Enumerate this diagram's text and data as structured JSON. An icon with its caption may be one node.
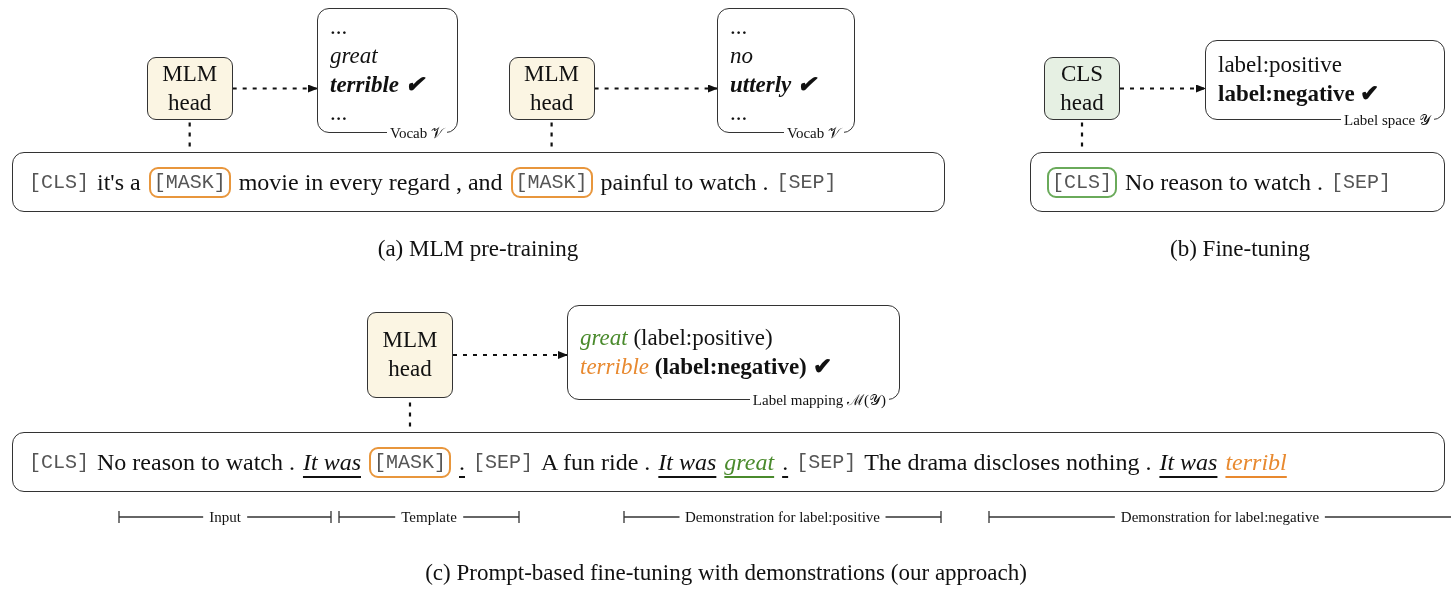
{
  "diagram": {
    "nodes": [
      {
        "text": [
          "MLM head"
        ]
      },
      {
        "text": [
          "...",
          "great",
          "terrible ✔",
          "...",
          "Vocab 𝒱"
        ]
      },
      {
        "text": [
          "[CLS]",
          "it's a",
          "movie in every regard , and",
          "painful to watch .",
          "[SEP]"
        ]
      },
      {
        "text": [
          "[MASK]"
        ],
        "in": 2
      },
      {
        "text": [
          "[MASK]"
        ],
        "in": 2
      },
      {
        "text": [
          "MLM head"
        ]
      },
      {
        "text": [
          "...",
          "no",
          "utterly ✔",
          "...",
          "Vocab 𝒱"
        ]
      },
      {
        "text": [
          "CLS head"
        ]
      },
      {
        "text": [
          "label:positive",
          "label:negative ✔",
          "Label space 𝒴"
        ]
      },
      {
        "text": [
          "No reason to watch .",
          "[SEP]"
        ]
      },
      {
        "text": [
          "[CLS]"
        ],
        "in": 9
      },
      {
        "text": [
          "MLM head"
        ]
      },
      {
        "text": [
          "great",
          "(label:positive)",
          "terrible",
          "(label:negative) ✔",
          "Label mapping ℳ(𝒴)"
        ]
      },
      {
        "text": [
          "[CLS]",
          "No reason to watch .",
          "It was",
          ".",
          "[SEP]",
          "A fun ride .",
          "It was",
          "great",
          ".",
          "[SEP]",
          "The drama discloses nothing .",
          "It was",
          "terribl"
        ]
      },
      {
        "text": [
          "[MASK]"
        ],
        "in": 13
      }
    ],
    "edges": [
      {
        "from": 3,
        "to": 0,
        "arrow": "none",
        "style": "dashed"
      },
      {
        "from": 0,
        "to": 1,
        "arrow": "to",
        "style": "dashed"
      },
      {
        "from": 4,
        "to": 5,
        "arrow": "none",
        "style": "dashed"
      },
      {
        "from": 5,
        "to": 6,
        "arrow": "to",
        "style": "dashed"
      },
      {
        "from": 10,
        "to": 7,
        "arrow": "none",
        "style": "dashed"
      },
      {
        "from": 7,
        "to": 8,
        "arrow": "to",
        "style": "dashed"
      },
      {
        "from": 14,
        "to": 11,
        "arrow": "none",
        "style": "dashed"
      },
      {
        "from": 11,
        "to": 12,
        "arrow": "to",
        "style": "dashed"
      }
    ],
    "labels": [
      "(a) MLM pre-training",
      "(b) Fine-tuning",
      "Input",
      "Template",
      "Demonstration for label:positive",
      "Demonstration for label:negative",
      "(c) Prompt-based fine-tuning with demonstrations (our approach)"
    ]
  }
}
